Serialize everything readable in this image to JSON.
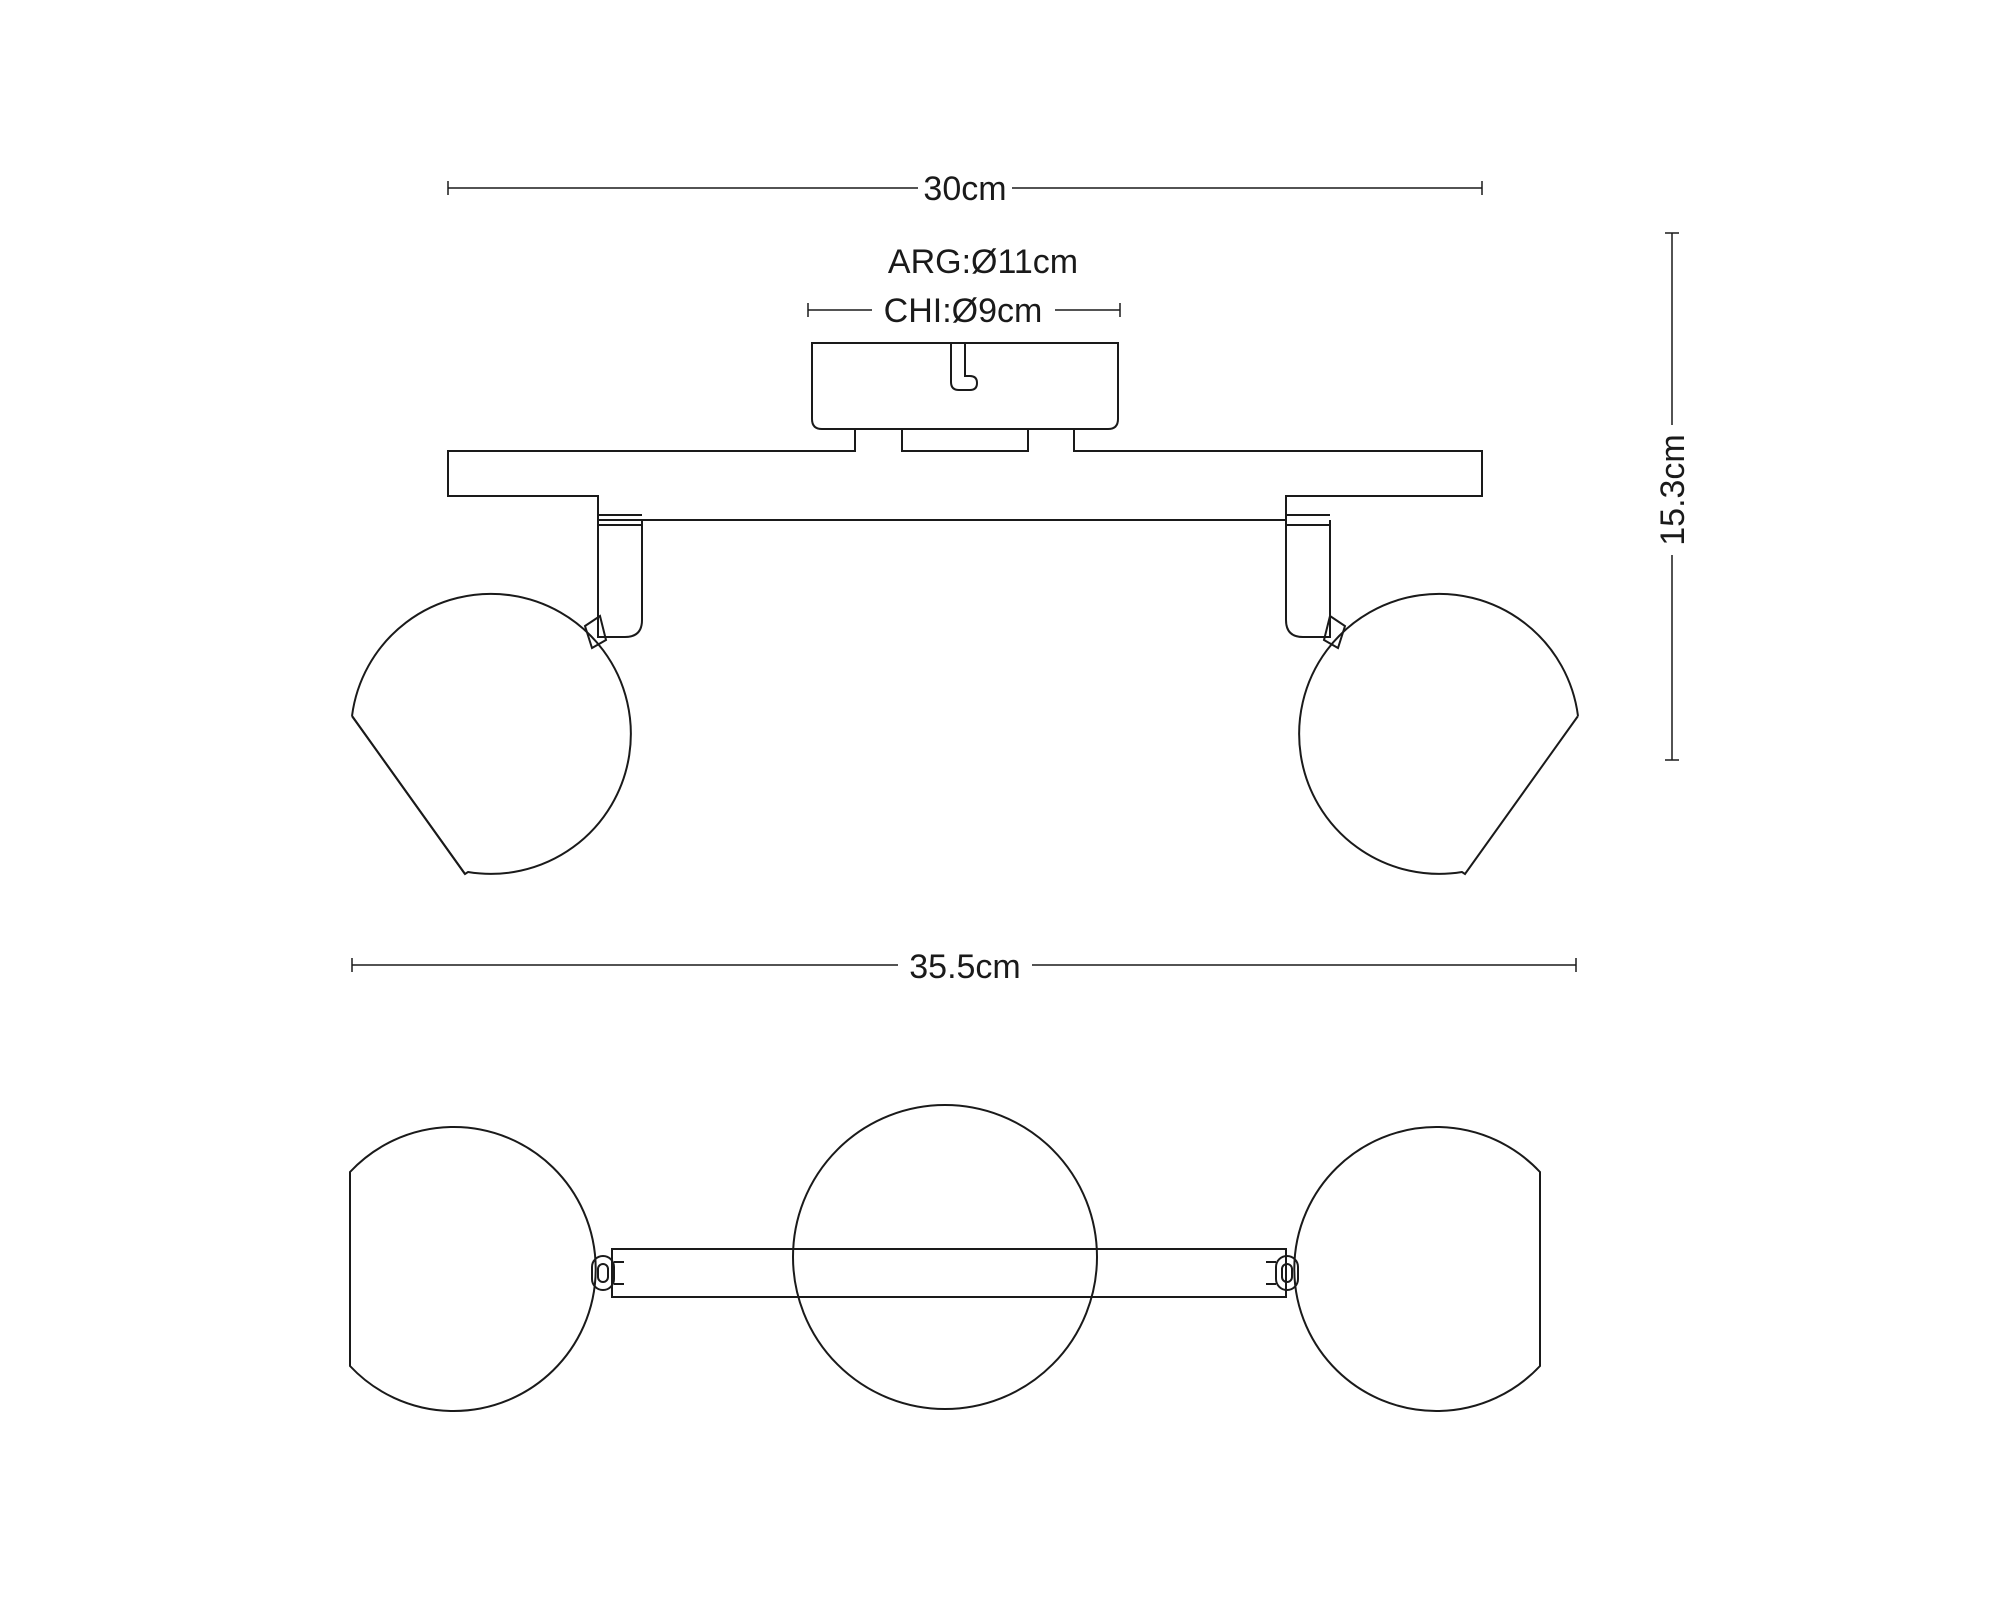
{
  "dimensions": {
    "top_width": "30cm",
    "base_diameter_arg": "ARG:Ø11cm",
    "base_diameter_chi": "CHI:Ø9cm",
    "height": "15.3cm",
    "total_width": "35.5cm"
  },
  "colors": {
    "line": "#1a1a1a",
    "background": "#ffffff"
  }
}
